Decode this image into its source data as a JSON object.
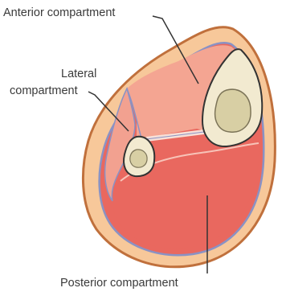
{
  "labels": {
    "anterior": "Anterior compartment",
    "lateral_line1": "Lateral",
    "lateral_line2": "compartment",
    "posterior": "Posterior compartment"
  },
  "colors": {
    "skin_outline": "#c0703c",
    "subcutaneous_fat": "#f7c89a",
    "fascia": "#8a92c4",
    "anterior_compartment": "#f4a592",
    "lateral_compartment": "#f2a190",
    "posterior_compartment": "#e9685f",
    "bone_cortex": "#f2ead0",
    "bone_marrow": "#d8cfa4",
    "leader_line": "#333333"
  }
}
